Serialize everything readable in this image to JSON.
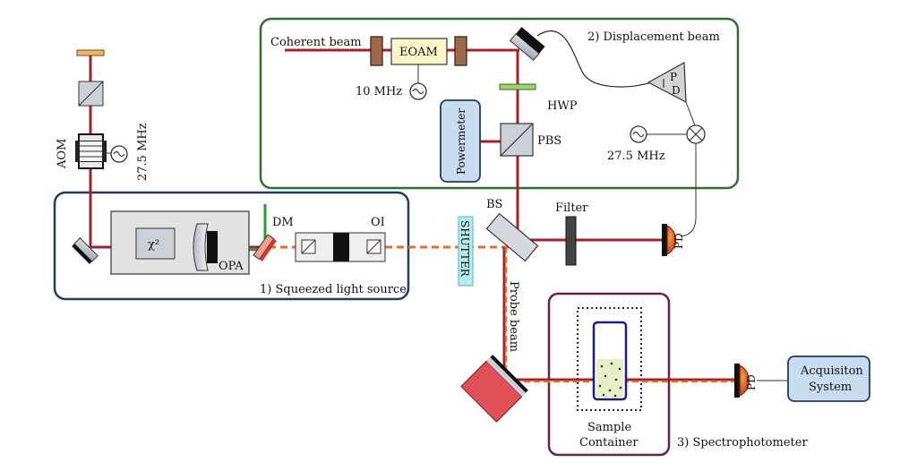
{
  "labels": {
    "coherent_beam": "Coherent beam",
    "eoam": "EOAM",
    "displacement_beam": "2) Displacement beam",
    "f_10mhz": "10 MHz",
    "hwp": "HWP",
    "powermeter": "Powermeter",
    "pbs": "PBS",
    "f_27_5_right": "27.5 MHz",
    "aom": "AOM",
    "f_27_5_left": "27.5 MHz",
    "bs": "BS",
    "filter": "Filter",
    "dm": "DM",
    "oi": "OI",
    "chi2": "χ²",
    "opa": "OPA",
    "squeezed_source": "1) Squeezed light source",
    "shutter": "SHUTTER",
    "probe_beam": "Probe beam",
    "pd": "PD",
    "pd_top": "P",
    "pd_bottom": "D",
    "sample_line1": "Sample",
    "sample_line2": "Container",
    "spectrophotometer": "3) Spectrophotometer",
    "acq_line1": "Acquisiton",
    "acq_line2": "System"
  },
  "colors": {
    "beam_red": "#a3212b",
    "beam_orange": "#ec6b26",
    "beam_green": "#2e9a35",
    "box_green": "#2f6f32",
    "box_navy": "#1f3d5c",
    "box_maroon": "#6a2142",
    "powermeter_fill": "#c9dcf0",
    "acq_fill": "#c9dcf0",
    "eoam_fill": "#fbf6c8",
    "shutter_fill": "#b8ecec",
    "pd_fill": "#e2501f"
  }
}
